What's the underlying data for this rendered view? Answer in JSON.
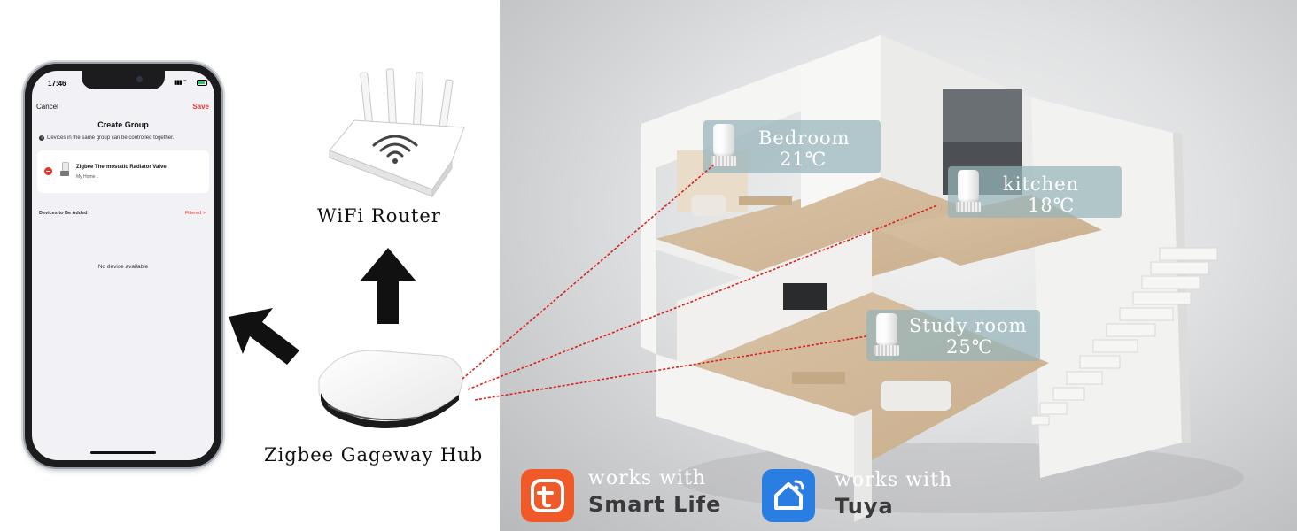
{
  "phone": {
    "status": {
      "time": "17:46",
      "signal": "▮▮▮ ⌔"
    },
    "nav": {
      "cancel": "Cancel",
      "title": "Create Group",
      "save": "Save"
    },
    "info": "Devices in the same group can be controlled together.",
    "device": {
      "name": "Zigbee Thermostatic Radiator Valve",
      "location": "My Home .."
    },
    "section": {
      "label": "Devices to Be Added",
      "filter": "Filtered >"
    },
    "empty_message": "No device available"
  },
  "router": {
    "label": "WiFi Router"
  },
  "hub": {
    "label": "Zigbee Gageway Hub"
  },
  "rooms": [
    {
      "name": "Bedroom",
      "temp": "21℃"
    },
    {
      "name": "kitchen",
      "temp": "18℃"
    },
    {
      "name": "Study room",
      "temp": "25℃"
    }
  ],
  "badges": [
    {
      "works_with": "works with",
      "brand": "Smart Life",
      "color": "#f05a28",
      "icon": "smart-life-icon"
    },
    {
      "works_with": "works with",
      "brand": "Tuya",
      "color": "#2a7de1",
      "icon": "tuya-home-icon"
    }
  ],
  "colors": {
    "link_line": "#d9231d",
    "tag_bg": "#96b4ba",
    "accent_red": "#e0352b"
  }
}
